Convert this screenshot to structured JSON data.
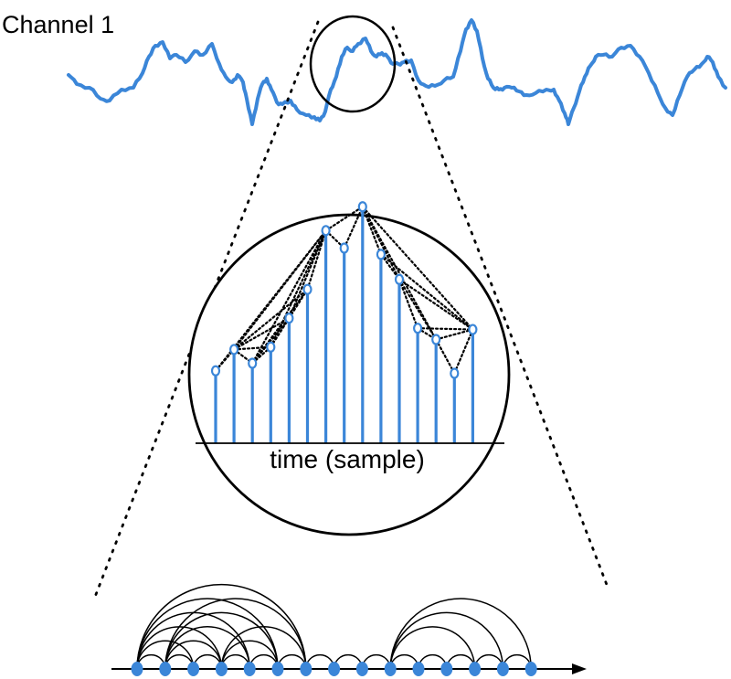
{
  "channel_label": "Channel 1",
  "axis_label": "time (sample)",
  "colors": {
    "signal": "#3b86d8",
    "ink": "#000000"
  },
  "zoom_samples": [
    0.25,
    0.42,
    0.31,
    0.44,
    0.67,
    0.9,
    1.37,
    1.23,
    1.56,
    1.18,
    0.98,
    0.59,
    0.5,
    0.23,
    0.58
  ],
  "visibility_edges": [
    [
      0,
      1
    ],
    [
      0,
      2
    ],
    [
      0,
      3
    ],
    [
      0,
      4
    ],
    [
      0,
      5
    ],
    [
      0,
      6
    ],
    [
      1,
      2
    ],
    [
      1,
      3
    ],
    [
      1,
      4
    ],
    [
      1,
      5
    ],
    [
      1,
      6
    ],
    [
      2,
      3
    ],
    [
      3,
      4
    ],
    [
      3,
      5
    ],
    [
      3,
      6
    ],
    [
      4,
      5
    ],
    [
      5,
      6
    ],
    [
      6,
      7
    ],
    [
      7,
      8
    ],
    [
      8,
      9
    ],
    [
      9,
      10
    ],
    [
      10,
      11
    ],
    [
      11,
      12
    ],
    [
      9,
      12
    ],
    [
      9,
      13
    ],
    [
      9,
      14
    ],
    [
      12,
      13
    ],
    [
      13,
      14
    ]
  ],
  "graph_node_count": 15
}
